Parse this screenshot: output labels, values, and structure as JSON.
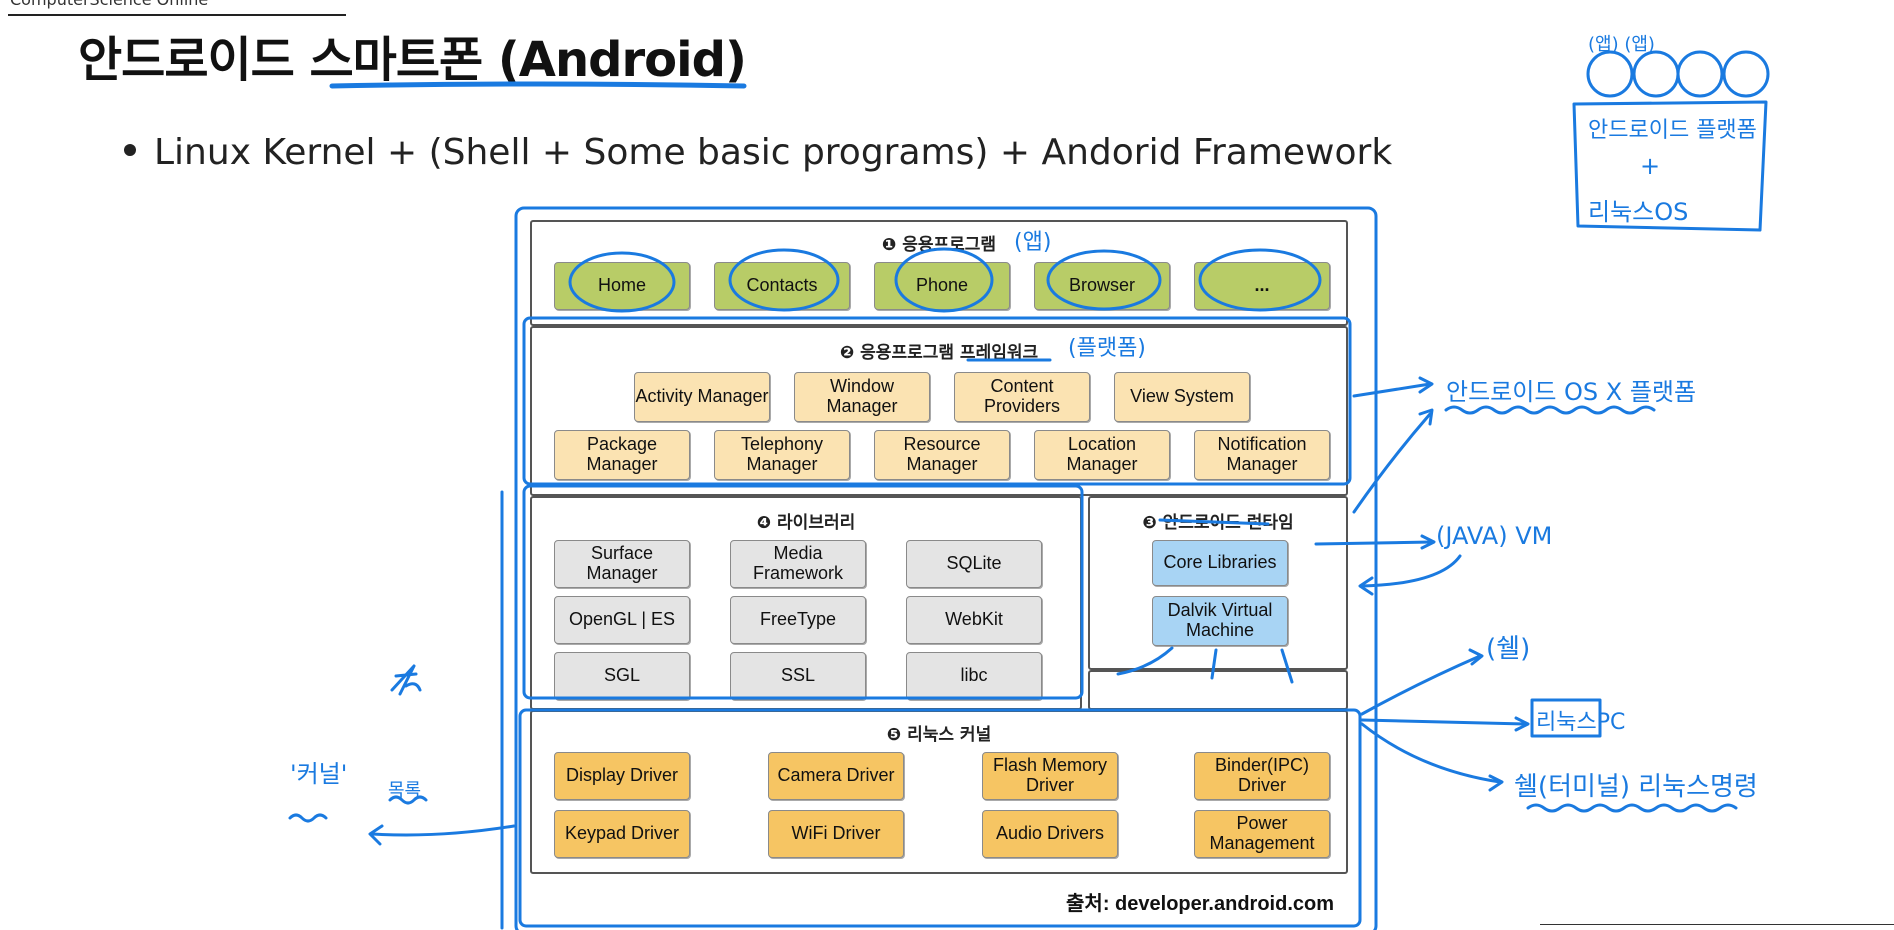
{
  "header": {
    "channel": "ComputerScience Online"
  },
  "slide": {
    "title": "안드로이드 스마트폰 (Android)",
    "bullet": "Linux Kernel + (Shell + Some basic programs) + Andorid Framework"
  },
  "diagram": {
    "apps": {
      "title": "❶ 응용프로그램",
      "items": [
        "Home",
        "Contacts",
        "Phone",
        "Browser",
        "..."
      ]
    },
    "framework": {
      "title": "❷ 응용프로그램 프레임워크",
      "row1": [
        "Activity Manager",
        "Window Manager",
        "Content Providers",
        "View System"
      ],
      "row2": [
        "Package Manager",
        "Telephony Manager",
        "Resource Manager",
        "Location Manager",
        "Notification Manager"
      ]
    },
    "libraries": {
      "title": "❹ 라이브러리",
      "items": [
        "Surface Manager",
        "Media Framework",
        "SQLite",
        "OpenGL | ES",
        "FreeType",
        "WebKit",
        "SGL",
        "SSL",
        "libc"
      ]
    },
    "runtime": {
      "title": "❸ 안드로이드 런타임",
      "items": [
        "Core Libraries",
        "Dalvik Virtual Machine"
      ]
    },
    "kernel": {
      "title": "❺ 리눅스 커널",
      "row1": [
        "Display Driver",
        "Camera Driver",
        "Flash Memory Driver",
        "Binder(IPC) Driver"
      ],
      "row2": [
        "Keypad Driver",
        "WiFi Driver",
        "Audio Drivers",
        "Power Management"
      ]
    },
    "source": "출처: developer.android.com"
  },
  "annotations": {
    "app_paren": "(앱)",
    "platform_paren": "(플랫폼)",
    "top_right_apps": "(앱) (앱)",
    "top_right_platform": "안드로이드 플랫폼",
    "top_right_plus": "+",
    "top_right_os": "리눅스OS",
    "os_platform": "안드로이드 OS X 플랫폼",
    "java_vm": "(JAVA) VM",
    "shell": "(쉘)",
    "linux_pc": "리눅스PC",
    "shell_cmd": "쉘(터미널) 리눅스명령",
    "kernel_quote": "'커널'",
    "left_small": "목록"
  },
  "colors": {
    "ink": "#1a7ae0",
    "app": "#b8cc67",
    "framework": "#fbe3b2",
    "library": "#e4e4e4",
    "runtime": "#a8d4f4",
    "kernel": "#f6c563"
  }
}
